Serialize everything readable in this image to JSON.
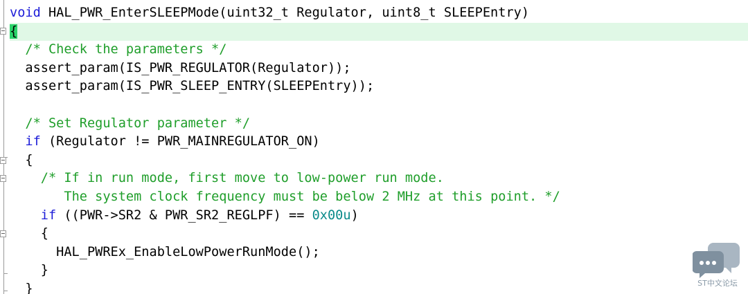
{
  "editor": {
    "lines": [
      {
        "id": "line-signature",
        "tokens": [
          {
            "t": "void",
            "c": "kw"
          },
          {
            "t": " HAL_PWR_EnterSLEEPMode(uint32_t Regulator, uint8_t SLEEPEntry)",
            "c": ""
          }
        ]
      },
      {
        "id": "line-open-brace",
        "current": true,
        "tokens": [
          {
            "t": "{",
            "c": "brace-cur"
          }
        ]
      },
      {
        "id": "line-comment-check",
        "tokens": [
          {
            "t": "  ",
            "c": ""
          },
          {
            "t": "/* Check the parameters */",
            "c": "cm"
          }
        ]
      },
      {
        "id": "line-assert-regulator",
        "tokens": [
          {
            "t": "  assert_param(IS_PWR_REGULATOR(Regulator));",
            "c": ""
          }
        ]
      },
      {
        "id": "line-assert-sleep-entry",
        "tokens": [
          {
            "t": "  assert_param(IS_PWR_SLEEP_ENTRY(SLEEPEntry));",
            "c": ""
          }
        ]
      },
      {
        "id": "line-blank",
        "tokens": [
          {
            "t": " ",
            "c": ""
          }
        ]
      },
      {
        "id": "line-comment-set-regulator",
        "tokens": [
          {
            "t": "  ",
            "c": ""
          },
          {
            "t": "/* Set Regulator parameter */",
            "c": "cm"
          }
        ]
      },
      {
        "id": "line-if-regulator",
        "tokens": [
          {
            "t": "  ",
            "c": ""
          },
          {
            "t": "if",
            "c": "kw"
          },
          {
            "t": " (Regulator != PWR_MAINREGULATOR_ON)",
            "c": ""
          }
        ]
      },
      {
        "id": "line-brace-open-2",
        "tokens": [
          {
            "t": "  {",
            "c": ""
          }
        ]
      },
      {
        "id": "line-comment-run-mode",
        "tokens": [
          {
            "t": "    ",
            "c": ""
          },
          {
            "t": "/* If in run mode, first move to low-power run mode.",
            "c": "cm"
          }
        ]
      },
      {
        "id": "line-comment-clock",
        "tokens": [
          {
            "t": "       ",
            "c": ""
          },
          {
            "t": "The system clock frequency must be below 2 MHz at this point. */",
            "c": "cm"
          }
        ]
      },
      {
        "id": "line-if-regpf",
        "tokens": [
          {
            "t": "    ",
            "c": ""
          },
          {
            "t": "if",
            "c": "kw"
          },
          {
            "t": " ((PWR->SR2 & PWR_SR2_REGLPF) == ",
            "c": ""
          },
          {
            "t": "0x00u",
            "c": "num"
          },
          {
            "t": ")",
            "c": ""
          }
        ]
      },
      {
        "id": "line-brace-open-3",
        "tokens": [
          {
            "t": "    {",
            "c": ""
          }
        ]
      },
      {
        "id": "line-enable-lprun",
        "tokens": [
          {
            "t": "      HAL_PWREx_EnableLowPowerRunMode();",
            "c": ""
          }
        ]
      },
      {
        "id": "line-brace-close-3",
        "tokens": [
          {
            "t": "    }",
            "c": ""
          }
        ]
      },
      {
        "id": "line-brace-close-2",
        "tokens": [
          {
            "t": "  }",
            "c": ""
          }
        ]
      }
    ]
  },
  "watermark": {
    "label": "ST中文论坛",
    "icon": "chat-bubbles-icon",
    "color": "#8a9aa8"
  },
  "colors": {
    "keyword": "#1c1cd8",
    "comment": "#1f9e2a",
    "number": "#0a8a8a",
    "current_line_bg": "#e0f8e6",
    "brace_highlight": "#2bd36a"
  }
}
